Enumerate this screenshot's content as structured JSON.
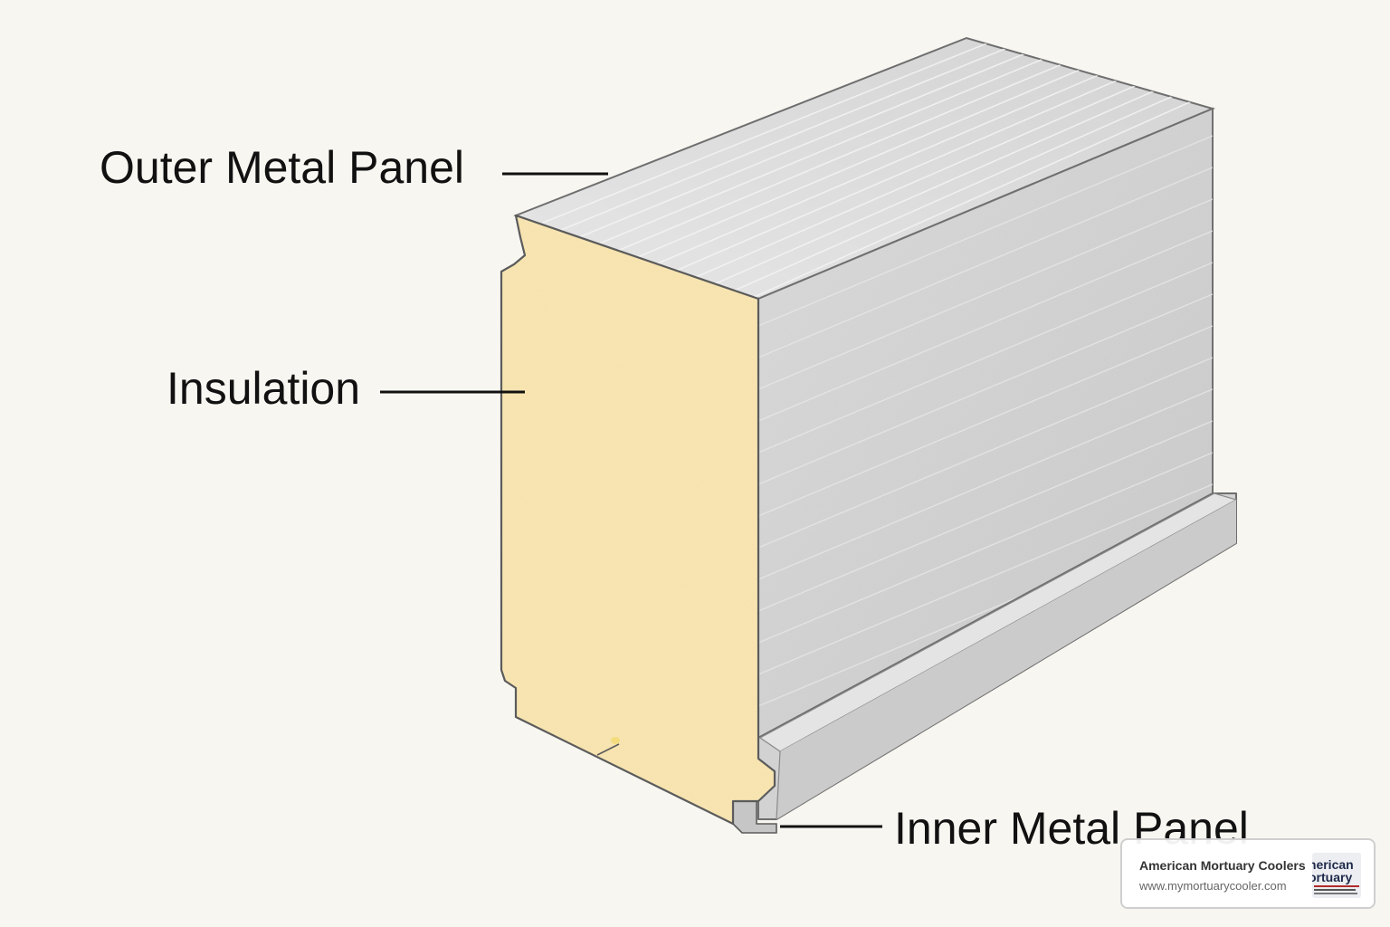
{
  "labels": {
    "outer": "Outer Metal Panel",
    "insulation": "Insulation",
    "inner": "Inner Metal Panel"
  },
  "watermark": {
    "company": "American Mortuary Coolers",
    "url": "www.mymortuarycooler.com",
    "logo_text": "American Mortuary"
  },
  "colors": {
    "background": "#f8f6f1",
    "insulation": "#f9e5b0",
    "metal_top": "#dcdcdc",
    "metal_side": "#cfcfcf",
    "text": "#111111"
  }
}
